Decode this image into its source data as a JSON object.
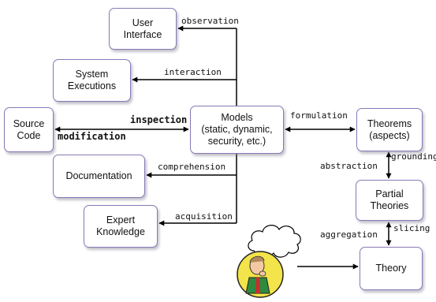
{
  "nodes": {
    "user_interface": "User\nInterface",
    "system_executions": "System\nExecutions",
    "source_code": "Source\nCode",
    "models": "Models\n(static, dynamic,\nsecurity, etc.)",
    "theorems": "Theorems\n(aspects)",
    "documentation": "Documentation",
    "partial_theories": "Partial\nTheories",
    "expert_knowledge": "Expert\nKnowledge",
    "theory": "Theory"
  },
  "edge_labels": {
    "observation": "observation",
    "interaction": "interaction",
    "inspection": "inspection",
    "modification": "modification",
    "formulation": "formulation",
    "comprehension": "comprehension",
    "acquisition": "acquisition",
    "abstraction": "abstraction",
    "grounding": "grounding",
    "slicing": "slicing",
    "aggregation": "aggregation"
  },
  "colors": {
    "box_border": "#8a78b6",
    "line": "#000000"
  },
  "icons": {
    "thinker": "thinking-person-illustration"
  }
}
